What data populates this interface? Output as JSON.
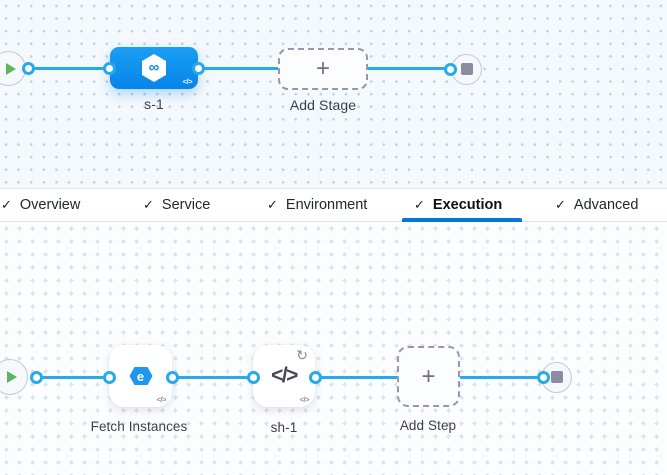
{
  "stage_canvas": {
    "stage": {
      "name": "s-1"
    },
    "add_stage": {
      "label": "Add Stage"
    }
  },
  "tab_bar": {
    "tabs": [
      {
        "label": "Overview",
        "checked": true,
        "active": false
      },
      {
        "label": "Service",
        "checked": true,
        "active": false
      },
      {
        "label": "Environment",
        "checked": true,
        "active": false
      },
      {
        "label": "Execution",
        "checked": true,
        "active": true
      },
      {
        "label": "Advanced",
        "checked": true,
        "active": false
      }
    ]
  },
  "execution_canvas": {
    "steps": [
      {
        "name": "Fetch Instances"
      },
      {
        "name": "sh-1"
      }
    ],
    "add_step": {
      "label": "Add Step"
    }
  },
  "icons": {
    "check": "✓",
    "plus": "+",
    "code": "</>",
    "infinity": "∞",
    "fetch_letter": "e",
    "loop": "↻"
  },
  "colors": {
    "edge_blue": "#27aaeb",
    "stage_node_top": "#1b9ef4",
    "stage_node_bottom": "#0784e9",
    "active_tab_underline": "#0277d6",
    "play_green": "#5cb661",
    "node_gray": "#8a8ca2"
  }
}
